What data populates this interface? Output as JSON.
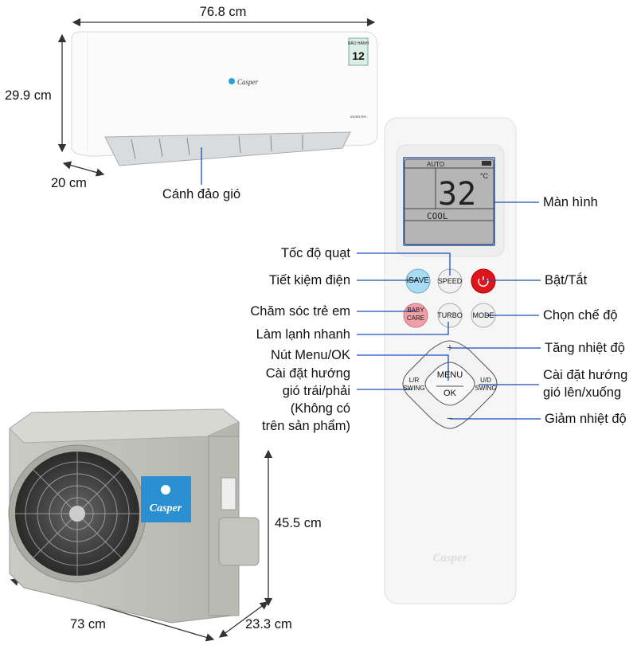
{
  "dimensions": {
    "indoor_width": "76.8 cm",
    "indoor_height": "29.9 cm",
    "indoor_depth": "20 cm",
    "outdoor_height": "45.5 cm",
    "outdoor_width": "73 cm",
    "outdoor_depth": "23.3 cm"
  },
  "indoor_unit": {
    "louver_label": "Cánh đảo gió",
    "brand": "Casper",
    "badge_text": "12",
    "badge_caption": "BẢO HÀNH",
    "inverter_text": "INVERTER"
  },
  "outdoor_unit": {
    "brand": "Casper"
  },
  "remote": {
    "display": {
      "mode_top": "AUTO",
      "temperature": "32",
      "unit": "°C",
      "mode": "COOL"
    },
    "buttons": {
      "isave": "iSAVE",
      "speed": "SPEED",
      "baby": "BABY",
      "care": "CARE",
      "turbo": "TURBO",
      "mode": "MODE",
      "menu": "MENU",
      "ok": "OK",
      "lr1": "L/R",
      "lr2": "SWING",
      "ud1": "U/D",
      "ud2": "SWING",
      "plus": "+",
      "minus": "−"
    },
    "brand": "Casper"
  },
  "callouts": {
    "left": {
      "fan_speed": "Tốc độ quạt",
      "energy_saving": "Tiết kiệm điện",
      "baby_care": "Chăm sóc trẻ em",
      "turbo": "Làm lạnh nhanh",
      "menu_ok": "Nút Menu/OK",
      "lr_swing": [
        "Cài đặt hướng",
        "gió trái/phải",
        "(Không có",
        "trên sản phẩm)"
      ]
    },
    "right": {
      "screen": "Màn hình",
      "power": "Bật/Tắt",
      "mode": "Chọn chế độ",
      "temp_up": "Tăng nhiệt độ",
      "ud_swing": [
        "Cài đặt hướng",
        "gió lên/xuống"
      ],
      "temp_down": "Giảm nhiệt độ"
    }
  },
  "colors": {
    "callout_line": "#1a4fb0",
    "power_button": "#e0151b",
    "isave_button": "#a8dcf2",
    "baby_button": "#f0a0a8",
    "badge_blue": "#2a8fd0"
  }
}
